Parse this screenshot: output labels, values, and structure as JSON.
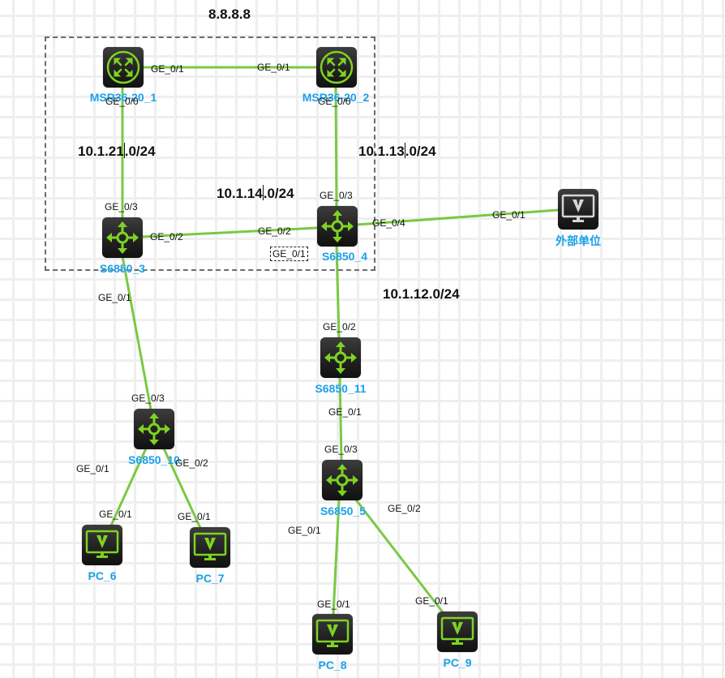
{
  "diagram": {
    "title_note": "8.8.8.8",
    "area_box": {
      "style": "dashed",
      "contains": [
        "MSR36-20_1",
        "MSR36-20_2",
        "S6850_3",
        "S6850_4"
      ]
    },
    "colors": {
      "link": "#7ac943",
      "device_label": "#1aa0e8",
      "icon_accent": "#7ed321",
      "icon_inactive": "#d6d6d6",
      "device_body": "#222222"
    },
    "subnets": [
      {
        "text_before_caret": "10.1.21",
        "text_after_caret": ".0/24"
      },
      {
        "text_before_caret": "10.1.14",
        "text_after_caret": ".0/24"
      },
      {
        "text_before_caret": "10.1.13",
        "text_after_caret": ".0/24"
      },
      {
        "text": "10.1.12.0/24"
      }
    ],
    "devices": [
      {
        "id": "msr1",
        "name": "MSR36-20_1",
        "type": "router-icon"
      },
      {
        "id": "msr2",
        "name": "MSR36-20_2",
        "type": "router-icon"
      },
      {
        "id": "s3",
        "name": "S6850_3",
        "type": "switch-icon"
      },
      {
        "id": "s4",
        "name": "S6850_4",
        "type": "switch-icon"
      },
      {
        "id": "ext",
        "name": "外部单位",
        "type": "pc-icon",
        "state": "inactive"
      },
      {
        "id": "s11",
        "name": "S6850_11",
        "type": "switch-icon"
      },
      {
        "id": "s10",
        "name": "S6850_10",
        "type": "switch-icon"
      },
      {
        "id": "s5",
        "name": "S6850_5",
        "type": "switch-icon"
      },
      {
        "id": "pc6",
        "name": "PC_6",
        "type": "pc-icon"
      },
      {
        "id": "pc7",
        "name": "PC_7",
        "type": "pc-icon"
      },
      {
        "id": "pc8",
        "name": "PC_8",
        "type": "pc-icon"
      },
      {
        "id": "pc9",
        "name": "PC_9",
        "type": "pc-icon"
      }
    ],
    "links": [
      {
        "from": "msr1",
        "from_port": "GE_0/1",
        "to": "msr2",
        "to_port": "GE_0/1"
      },
      {
        "from": "msr1",
        "from_port": "GE_0/0",
        "to": "s3",
        "to_port": "GE_0/3"
      },
      {
        "from": "msr2",
        "from_port": "GE_0/0",
        "to": "s4",
        "to_port": "GE_0/3"
      },
      {
        "from": "s3",
        "from_port": "GE_0/2",
        "to": "s4",
        "to_port": "GE_0/2"
      },
      {
        "from": "s4",
        "from_port": "GE_0/4",
        "to": "ext",
        "to_port": "GE_0/1"
      },
      {
        "from": "s4",
        "from_port": "GE_0/1",
        "to": "s11",
        "to_port": "GE_0/2"
      },
      {
        "from": "s3",
        "from_port": "GE_0/1",
        "to": "s10",
        "to_port": "GE_0/3"
      },
      {
        "from": "s11",
        "from_port": "GE_0/1",
        "to": "s5",
        "to_port": "GE_0/3"
      },
      {
        "from": "s10",
        "from_port": "GE_0/1",
        "to": "pc6",
        "to_port": "GE_0/1"
      },
      {
        "from": "s10",
        "from_port": "GE_0/2",
        "to": "pc7",
        "to_port": "GE_0/1"
      },
      {
        "from": "s5",
        "from_port": "GE_0/1",
        "to": "pc8",
        "to_port": "GE_0/1"
      },
      {
        "from": "s5",
        "from_port": "GE_0/2",
        "to": "pc9",
        "to_port": "GE_0/1"
      }
    ]
  }
}
